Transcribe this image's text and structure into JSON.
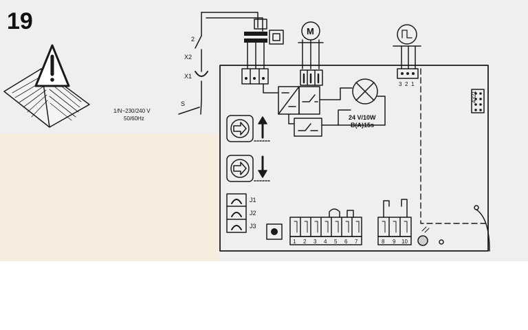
{
  "figure": {
    "number": "19"
  },
  "supply": {
    "switch_2": "2",
    "terminal_x2": "X2",
    "terminal_x1": "X1",
    "switch_s": "S",
    "voltage": "1/N~230/240 V",
    "frequency": "50/60Hz"
  },
  "motor": {
    "symbol": "M"
  },
  "lamp": {
    "voltage": "24 V/10W",
    "fuse": "B(A)15s"
  },
  "sensor_connector": {
    "pins": [
      "3",
      "2",
      "1"
    ]
  },
  "side_connector": {
    "pins": [
      "4",
      "3",
      "2",
      "1"
    ]
  },
  "jumpers": [
    "J1",
    "J2",
    "J3"
  ],
  "terminals_left": [
    "1",
    "2",
    "3",
    "4",
    "5",
    "6",
    "7"
  ],
  "terminals_right": [
    "8",
    "9",
    "10"
  ],
  "colors": {
    "line": "#1a1a1a",
    "page": "#efefef",
    "patch": "#f7eddf"
  }
}
